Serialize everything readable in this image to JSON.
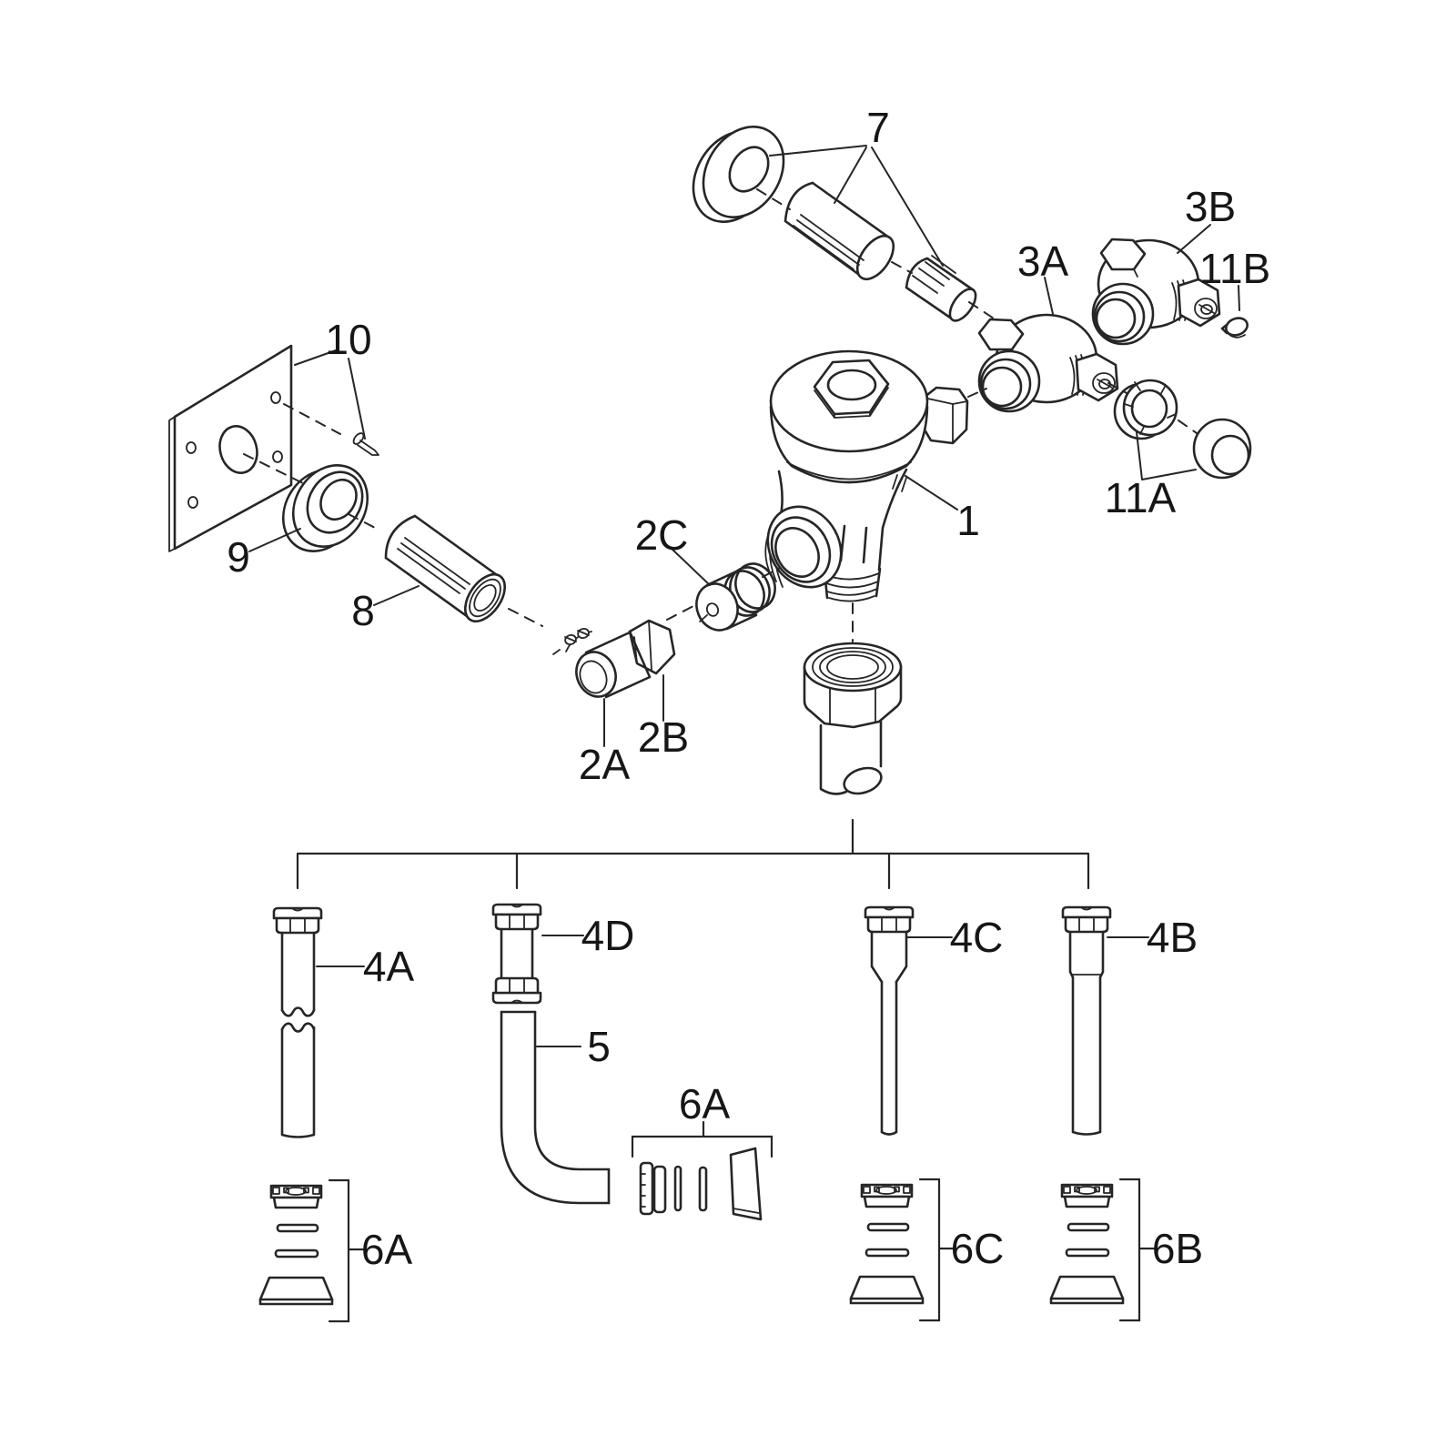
{
  "diagram": {
    "type": "exploded-parts-diagram",
    "background_color": "#ffffff",
    "line_color": "#262626",
    "label_color": "#161616",
    "callouts": {
      "p1": "1",
      "p2A": "2A",
      "p2B": "2B",
      "p2C": "2C",
      "p3A": "3A",
      "p3B": "3B",
      "p4A": "4A",
      "p4B": "4B",
      "p4C": "4C",
      "p4D": "4D",
      "p5": "5",
      "p6A_kit": "6A",
      "p6A_stack": "6A",
      "p6B": "6B",
      "p6C": "6C",
      "p7": "7",
      "p8": "8",
      "p9": "9",
      "p10": "10",
      "p11A": "11A",
      "p11B": "11B"
    }
  }
}
